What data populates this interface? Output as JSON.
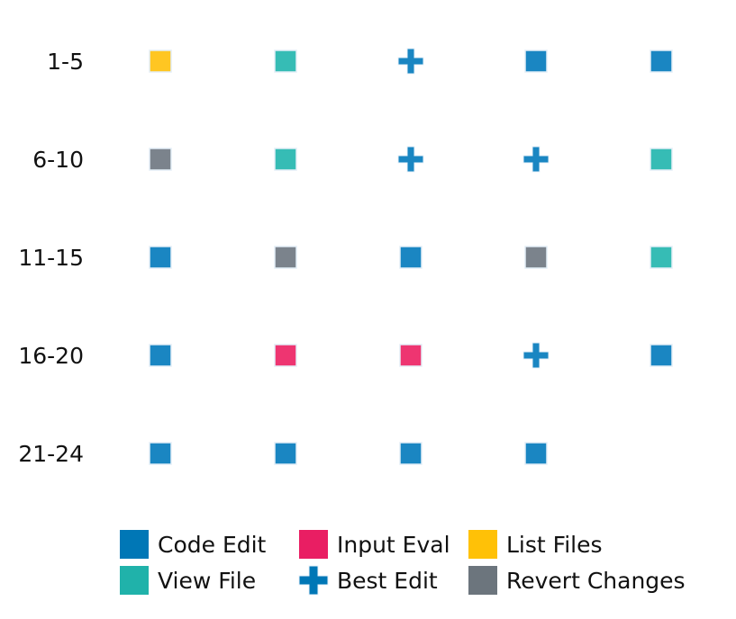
{
  "chart_data": {
    "type": "scatter",
    "title": "",
    "xlabel": "",
    "ylabel": "",
    "grid": false,
    "legend_position": "bottom",
    "row_labels": [
      "1-5",
      "6-10",
      "11-15",
      "16-20",
      "21-24"
    ],
    "columns": 5,
    "cells": [
      [
        "List Files",
        "View File",
        "Best Edit",
        "Code Edit",
        "Code Edit"
      ],
      [
        "Revert Changes",
        "View File",
        "Best Edit",
        "Best Edit",
        "View File"
      ],
      [
        "Code Edit",
        "Revert Changes",
        "Code Edit",
        "Revert Changes",
        "View File"
      ],
      [
        "Code Edit",
        "Input Eval",
        "Input Eval",
        "Best Edit",
        "Code Edit"
      ],
      [
        "Code Edit",
        "Code Edit",
        "Code Edit",
        "Code Edit"
      ]
    ],
    "categories": [
      {
        "name": "Code Edit",
        "marker": "square",
        "color": "#1a86c2",
        "legend_color": "#0077b6"
      },
      {
        "name": "View File",
        "marker": "square",
        "color": "#36bcb5",
        "legend_color": "#20b2aa"
      },
      {
        "name": "Input Eval",
        "marker": "square",
        "color": "#ee3571",
        "legend_color": "#e91e63"
      },
      {
        "name": "Best Edit",
        "marker": "plus",
        "color": "#1a86c2",
        "legend_color": "#0077b6"
      },
      {
        "name": "List Files",
        "marker": "square",
        "color": "#ffc622",
        "legend_color": "#ffc107"
      },
      {
        "name": "Revert Changes",
        "marker": "square",
        "color": "#7b838c",
        "legend_color": "#6c757d"
      }
    ]
  }
}
